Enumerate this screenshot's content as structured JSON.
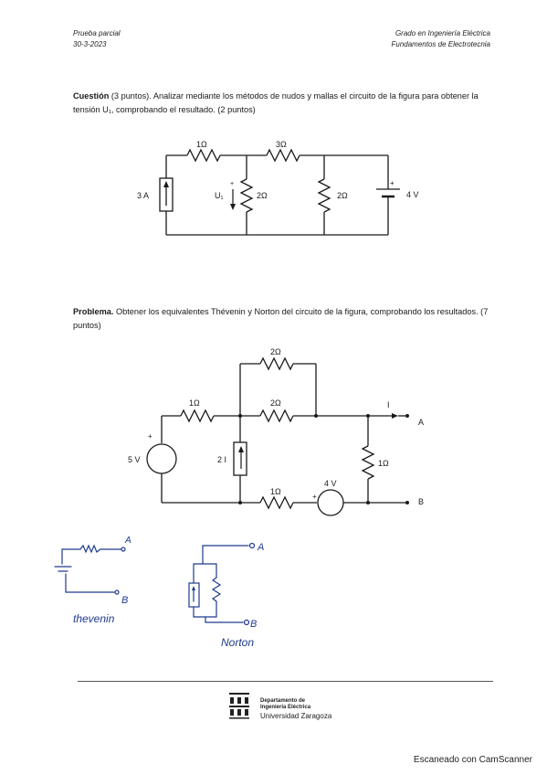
{
  "header": {
    "left_line1": "Prueba parcial",
    "left_line2": "30-3-2023",
    "right_line1": "Grado en Ingeniería Eléctrica",
    "right_line2": "Fundamentos de Electrotecnia"
  },
  "question": {
    "title": "Cuestión",
    "text": " (3 puntos). Analizar mediante los métodos de nudos y mallas el circuito de la figura para obtener la tensión U₁, comprobando el resultado. (2 puntos)"
  },
  "circuit1": {
    "r_top_left": "1Ω",
    "r_top_right": "3Ω",
    "source_label": "3 A",
    "u_label": "U₁",
    "plus": "+",
    "r_mid": "2Ω",
    "r_right": "2Ω",
    "battery_label": "4 V",
    "battery_plus": "+"
  },
  "problem": {
    "title": "Problema.",
    "text": " Obtener los equivalentes Thévenin y Norton del circuito de la figura, comprobando los resultados. (7 puntos)"
  },
  "circuit2": {
    "r_top": "2Ω",
    "r_left": "1Ω",
    "r_mid": "2Ω",
    "current_label": "I",
    "node_a": "A",
    "vsource_label": "5 V",
    "vsource_plus": "+",
    "dep_source_label": "2 I",
    "r_right": "1Ω",
    "r_bottom": "1Ω",
    "v4_label": "4 V",
    "v4_plus": "+",
    "node_b": "B"
  },
  "handwriting": {
    "thevenin_a": "A",
    "thevenin_b": "B",
    "thevenin_label": "thevenin",
    "norton_a": "A",
    "norton_b": "B",
    "norton_label": "Norton"
  },
  "footer": {
    "dept_line1": "Departamento de",
    "dept_line2": "Ingeniería Eléctrica",
    "university": "Universidad Zaragoza"
  },
  "watermark": "Escaneado con CamScanner",
  "colors": {
    "ink": "#1a1a1a",
    "handwriting": "#1f3b8f"
  }
}
